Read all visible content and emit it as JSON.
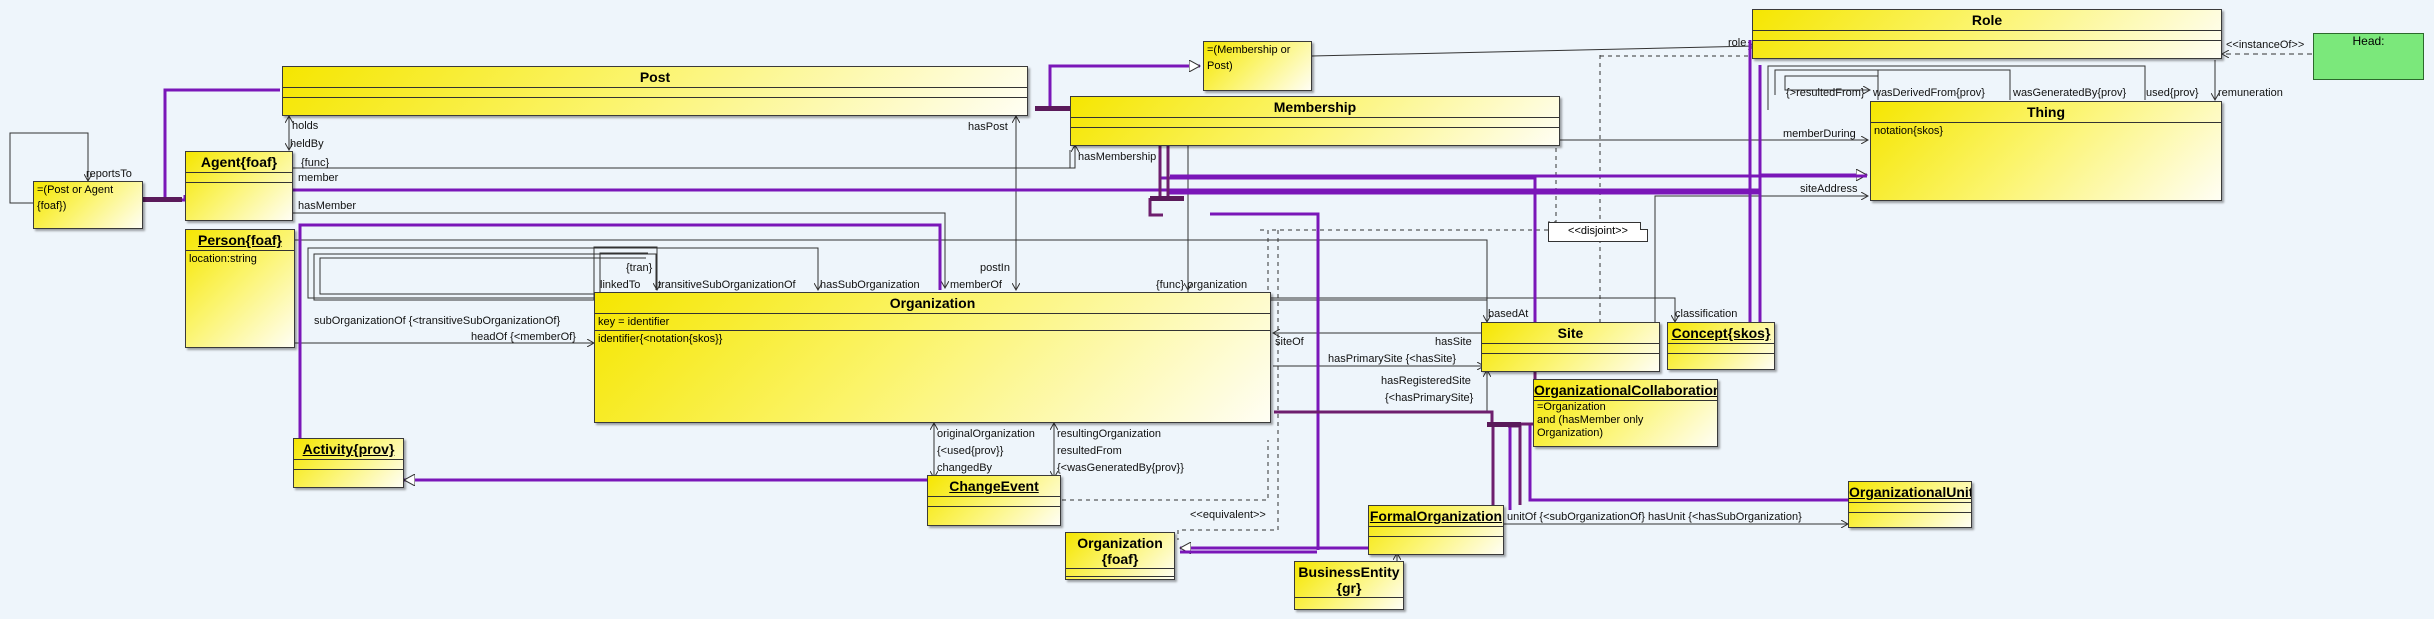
{
  "classes": {
    "post": {
      "name": "Post"
    },
    "membership": {
      "name": "Membership"
    },
    "membership_or_post": {
      "lines": [
        "=(Membership or",
        "Post)"
      ]
    },
    "post_or_agent": {
      "lines": [
        "=(Post or Agent",
        "{foaf})"
      ]
    },
    "agent": {
      "name": "Agent{foaf}"
    },
    "person": {
      "name": "Person{foaf}",
      "attr": "location:string"
    },
    "organization": {
      "name": "Organization",
      "key": "key = identifier",
      "attr": "identifier{<notation{skos}}"
    },
    "activity": {
      "name": "Activity{prov}"
    },
    "changeevent": {
      "name": "ChangeEvent"
    },
    "org_foaf": {
      "name": "Organization",
      "name2": "{foaf}"
    },
    "formalorg": {
      "name": "FormalOrganization"
    },
    "business": {
      "name": "BusinessEntity",
      "name2": "{gr}"
    },
    "site": {
      "name": "Site"
    },
    "concept": {
      "name": "Concept{skos}"
    },
    "orgcollab": {
      "name": "OrganizationalCollaboration",
      "lines": [
        "=Organization",
        "and (hasMember only",
        "Organization)"
      ]
    },
    "orgunit": {
      "name": "OrganizationalUnit"
    },
    "role": {
      "name": "Role"
    },
    "thing": {
      "name": "Thing",
      "attr": "notation{skos}"
    },
    "head": {
      "name": "Head:"
    }
  },
  "note": {
    "disjoint": "<<disjoint>>"
  },
  "labels": {
    "reportsTo": "reportsTo",
    "holds": "holds",
    "heldBy": "heldBy",
    "func1": "{func}",
    "member": "member",
    "hasMember": "hasMember",
    "hasPost": "hasPost",
    "hasMembership": "hasMembership",
    "role": "role",
    "instanceOf": "<<instanceOf>>",
    "resultedFrom": "{>resultedFrom}",
    "wasDerivedFrom": "wasDerivedFrom{prov}",
    "wasGeneratedBy": "wasGeneratedBy{prov}",
    "used": "used{prov}",
    "remuneration": "remuneration",
    "memberDuring": "memberDuring",
    "siteAddress": "siteAddress",
    "tran": "{tran}",
    "linkedTo": "linkedTo",
    "transitiveSub": "transitiveSubOrganizationOf",
    "hasSubOrganization": "hasSubOrganization",
    "postIn": "postIn",
    "memberOf": "memberOf",
    "funcOrganization": "{func} organization",
    "subOrganizationOf": "subOrganizationOf  {<transitiveSubOrganizationOf}",
    "headOf": "headOf  {<memberOf}",
    "basedAt": "basedAt",
    "classification": "classification",
    "siteOf": "siteOf",
    "hasSite": "hasSite",
    "hasPrimarySite": "hasPrimarySite  {<hasSite}",
    "hasRegisteredSite": "hasRegisteredSite",
    "hasPrimarySite2": "{<hasPrimarySite}",
    "originalOrganization": "originalOrganization",
    "usedProv": "{<used{prov}}",
    "changedBy": "changedBy",
    "resultingOrganization": "resultingOrganization",
    "resultedFrom2": "resultedFrom",
    "wasGeneratedBy2": "{<wasGeneratedBy{prov}}",
    "equivalent": "<<equivalent>>",
    "unitOf": "unitOf  {<subOrganizationOf}  hasUnit  {<hasSubOrganization}"
  },
  "colors": {
    "purple": "#7a16b8",
    "dark_purple": "#6e1e6e",
    "line": "#333333",
    "class_fill": "#f5e600",
    "head_fill": "#7be87b",
    "background": "#eef5fb"
  }
}
